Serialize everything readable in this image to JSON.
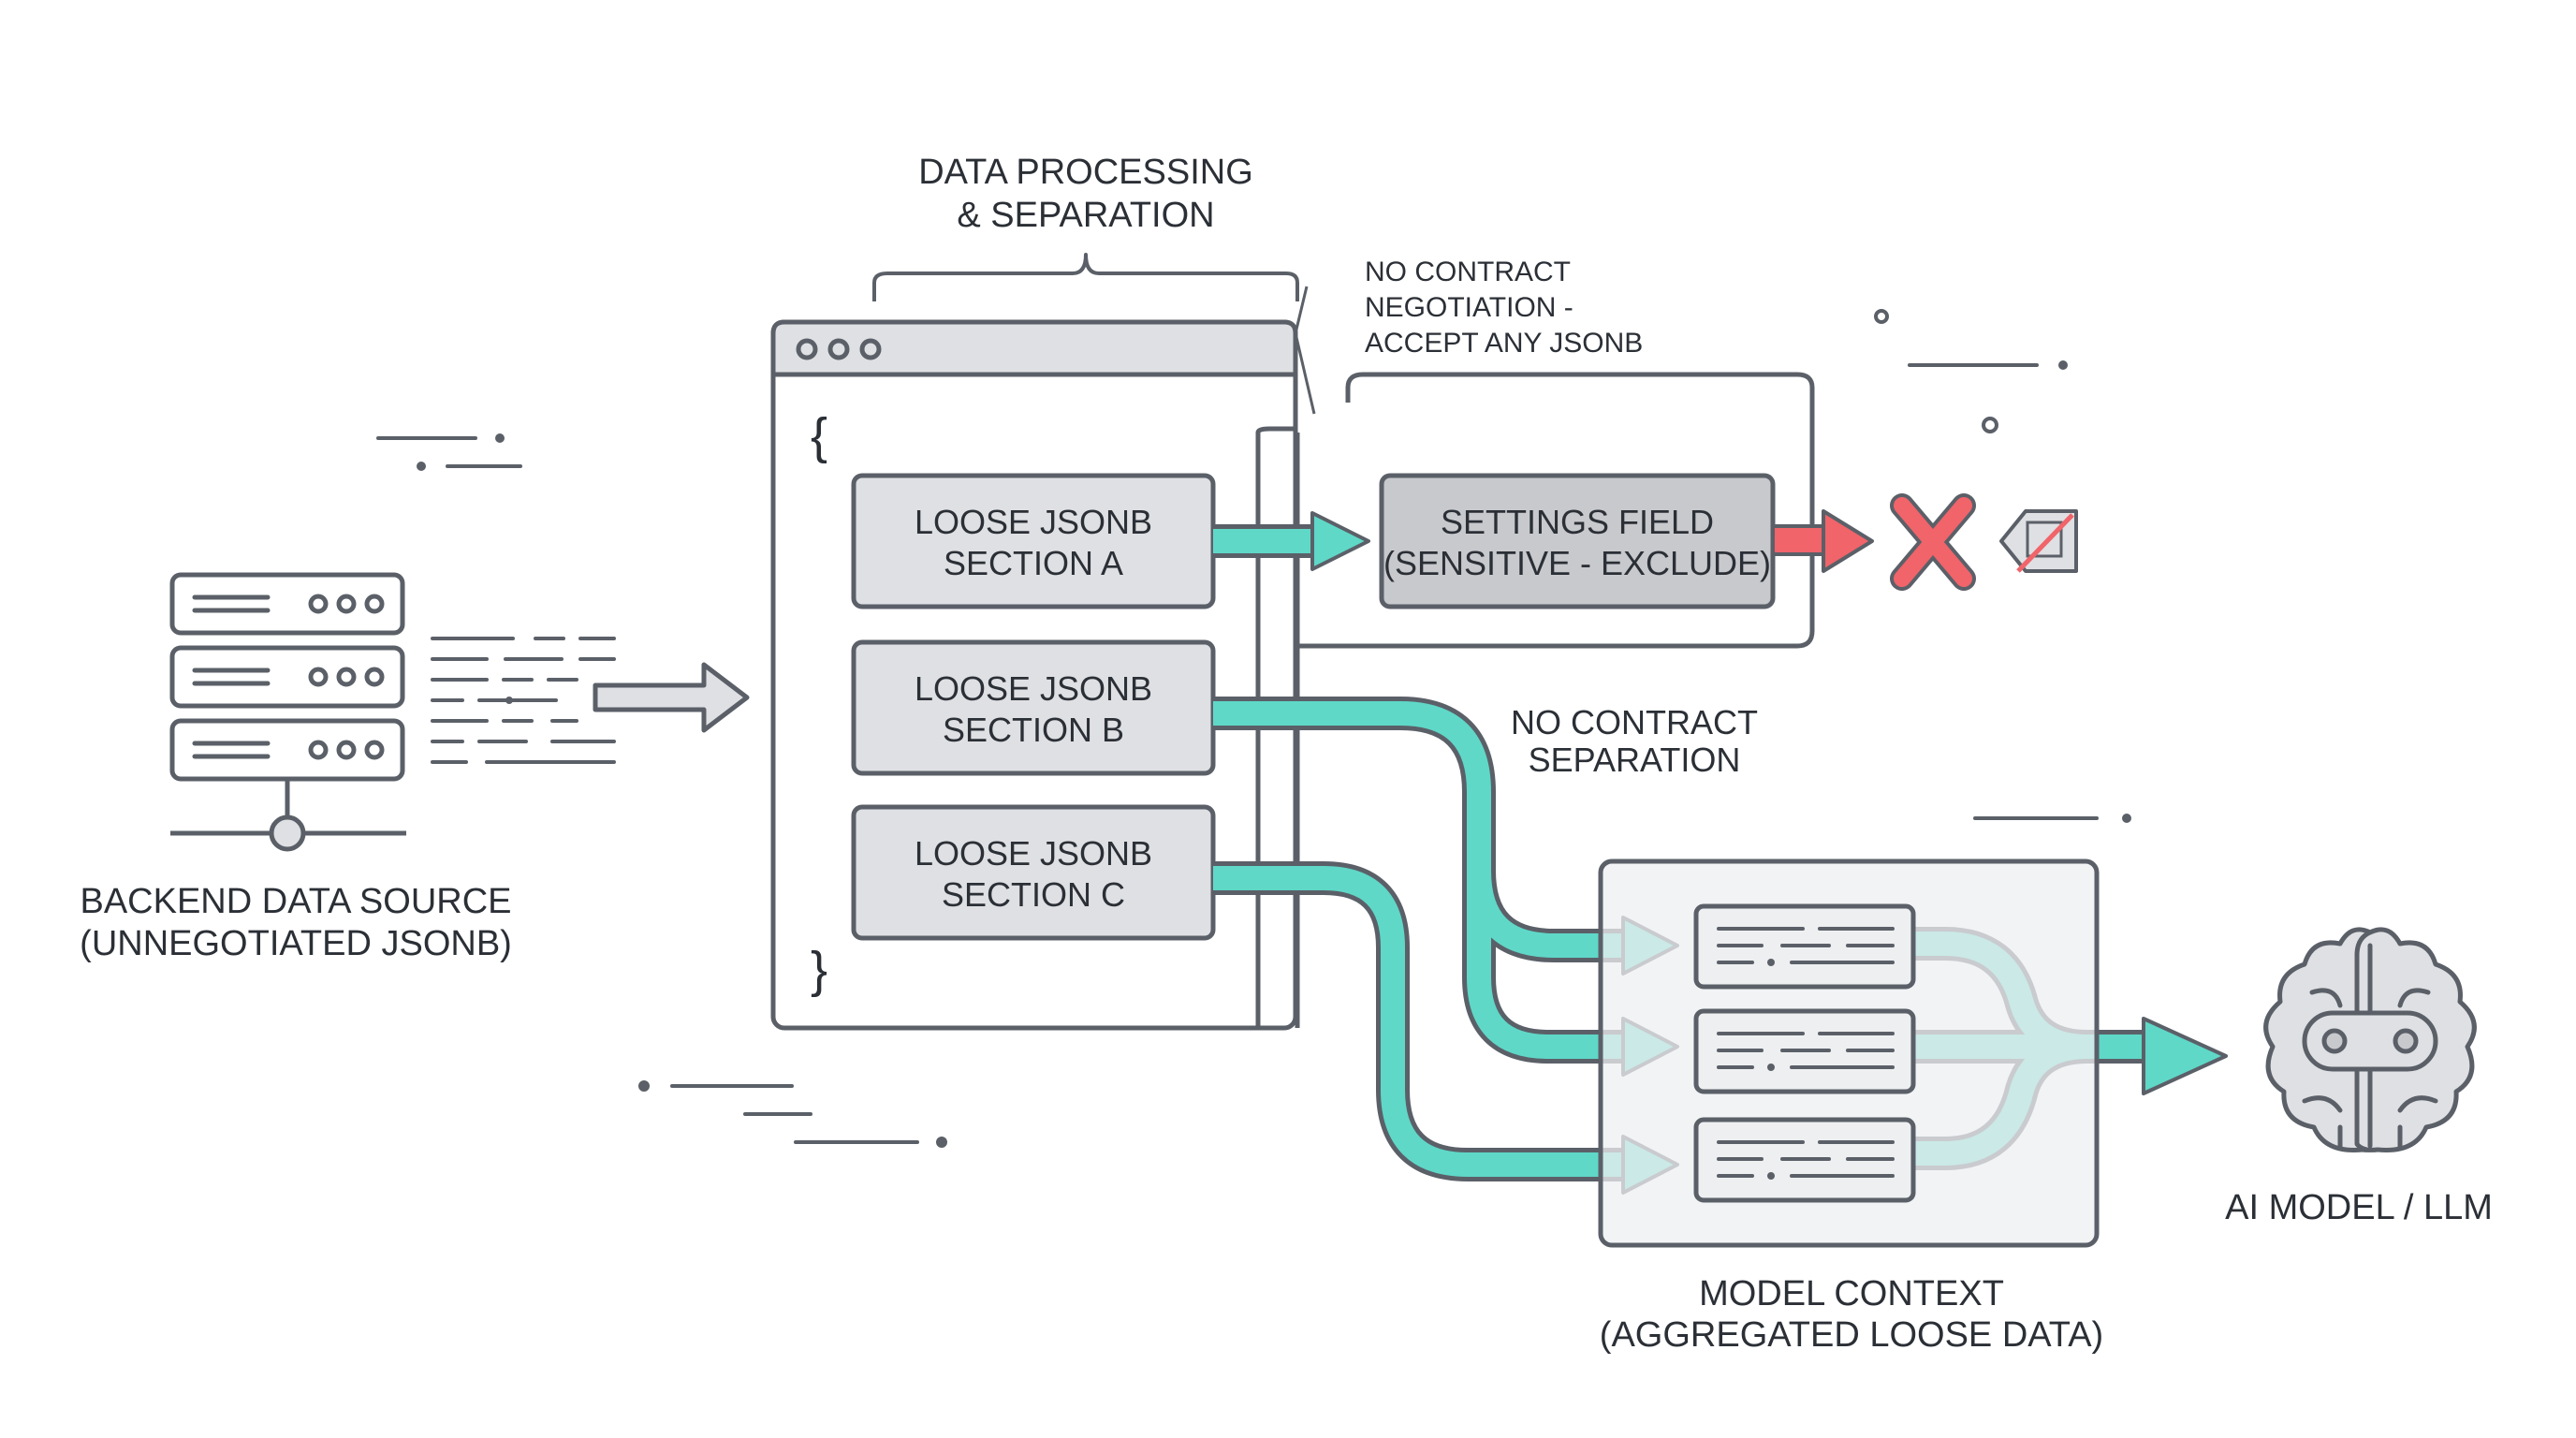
{
  "labels": {
    "processing_line1": "DATA PROCESSING",
    "processing_line2": "& SEPARATION",
    "backend_line1": "BACKEND DATA SOURCE",
    "backend_line2": "(UNNEGOTIATED JSONB)",
    "no_contract_neg_line1": "NO CONTRACT",
    "no_contract_neg_line2": "NEGOTIATION -",
    "no_contract_neg_line3": "ACCEPT ANY JSONB",
    "no_contract_sep_line1": "NO CONTRACT",
    "no_contract_sep_line2": "SEPARATION",
    "model_context_line1": "MODEL CONTEXT",
    "model_context_line2": "(AGGREGATED LOOSE DATA)",
    "ai_model": "AI MODEL / LLM"
  },
  "code_window": {
    "open_brace": "{",
    "close_brace": "}"
  },
  "sections": [
    {
      "line1": "LOOSE JSONB",
      "line2": "SECTION A"
    },
    {
      "line1": "LOOSE JSONB",
      "line2": "SECTION B"
    },
    {
      "line1": "LOOSE JSONB",
      "line2": "SECTION C"
    }
  ],
  "settings_field": {
    "line1": "SETTINGS FIELD",
    "line2": "(SENSITIVE - EXCLUDE)"
  },
  "colors": {
    "stroke": "#5b6068",
    "box_fill": "#dfe0e3",
    "context_fill": "#eeeff1",
    "flow_teal": "#5fd8c8",
    "reject_red": "#f0646a"
  },
  "icons": {
    "server": "server-stack-icon",
    "reject": "red-x-icon",
    "blocked_tag": "blocked-tag-icon",
    "brain": "brain-chip-icon"
  }
}
